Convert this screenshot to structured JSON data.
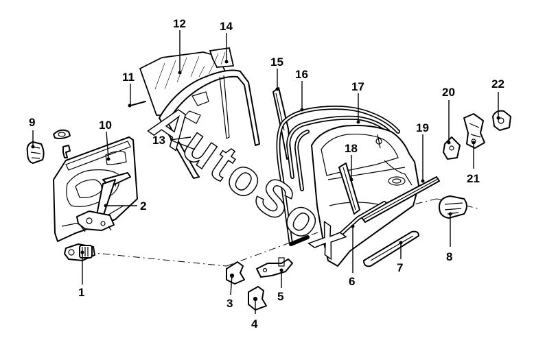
{
  "watermark": "AutoSox",
  "callouts": [
    {
      "id": "1",
      "label": "1"
    },
    {
      "id": "2",
      "label": "2"
    },
    {
      "id": "3",
      "label": "3"
    },
    {
      "id": "4",
      "label": "4"
    },
    {
      "id": "5",
      "label": "5"
    },
    {
      "id": "6",
      "label": "6"
    },
    {
      "id": "7",
      "label": "7"
    },
    {
      "id": "8",
      "label": "8"
    },
    {
      "id": "9",
      "label": "9"
    },
    {
      "id": "10",
      "label": "10"
    },
    {
      "id": "11",
      "label": "11"
    },
    {
      "id": "12",
      "label": "12"
    },
    {
      "id": "13",
      "label": "13"
    },
    {
      "id": "14",
      "label": "14"
    },
    {
      "id": "15",
      "label": "15"
    },
    {
      "id": "16",
      "label": "16"
    },
    {
      "id": "17",
      "label": "17"
    },
    {
      "id": "18",
      "label": "18"
    },
    {
      "id": "19",
      "label": "19"
    },
    {
      "id": "20",
      "label": "20"
    },
    {
      "id": "21",
      "label": "21"
    },
    {
      "id": "22",
      "label": "22"
    }
  ]
}
